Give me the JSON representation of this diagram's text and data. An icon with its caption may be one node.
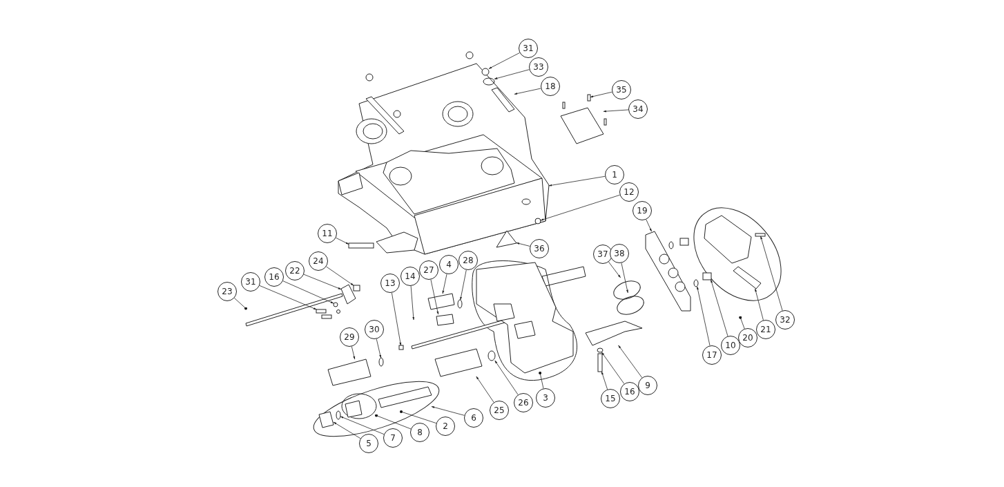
{
  "diagram": {
    "nodes": [
      {
        "text": [
          "31"
        ]
      },
      {
        "text": [
          "33"
        ]
      },
      {
        "text": [
          "18"
        ]
      },
      {
        "text": [
          "35"
        ]
      },
      {
        "text": [
          "34"
        ]
      },
      {
        "text": [
          "1"
        ]
      },
      {
        "text": [
          "12"
        ]
      },
      {
        "text": [
          "11"
        ]
      },
      {
        "text": [
          "36"
        ]
      },
      {
        "text": [
          "19"
        ]
      },
      {
        "text": [
          "37"
        ]
      },
      {
        "text": [
          "38"
        ]
      },
      {
        "text": [
          "24"
        ]
      },
      {
        "text": [
          "28"
        ]
      },
      {
        "text": [
          "4"
        ]
      },
      {
        "text": [
          "27"
        ]
      },
      {
        "text": [
          "22"
        ]
      },
      {
        "text": [
          "16"
        ]
      },
      {
        "text": [
          "31"
        ]
      },
      {
        "text": [
          "13"
        ]
      },
      {
        "text": [
          "14"
        ]
      },
      {
        "text": [
          "23"
        ]
      },
      {
        "text": [
          "29"
        ]
      },
      {
        "text": [
          "30"
        ]
      },
      {
        "text": [
          "32"
        ]
      },
      {
        "text": [
          "21"
        ]
      },
      {
        "text": [
          "20"
        ]
      },
      {
        "text": [
          "10"
        ]
      },
      {
        "text": [
          "17"
        ]
      },
      {
        "text": [
          "9"
        ]
      },
      {
        "text": [
          "16"
        ]
      },
      {
        "text": [
          "15"
        ]
      },
      {
        "text": [
          "3"
        ]
      },
      {
        "text": [
          "26"
        ]
      },
      {
        "text": [
          "25"
        ]
      },
      {
        "text": [
          "6"
        ]
      },
      {
        "text": [
          "2"
        ]
      },
      {
        "text": [
          "8"
        ]
      },
      {
        "text": [
          "7"
        ]
      },
      {
        "text": [
          "5"
        ]
      },
      {
        "text": [],
        "shape": "circle",
        "in": 45
      },
      {
        "text": [],
        "shape": "ellipse",
        "in": 45
      },
      {
        "text": [],
        "shape": "box",
        "in": 45
      },
      {
        "text": [],
        "shape": "box"
      },
      {
        "text": [],
        "shape": "box"
      },
      {
        "text": [],
        "shape": "picture"
      },
      {
        "text": [],
        "shape": "circle",
        "in": 45
      },
      {
        "text": [],
        "shape": "box"
      },
      {
        "text": [],
        "shape": "triangle"
      },
      {
        "text": [],
        "shape": "picture"
      },
      {
        "text": [],
        "shape": "ellipse"
      },
      {
        "text": [],
        "shape": "ellipse"
      },
      {
        "text": [],
        "shape": "box"
      },
      {
        "text": [],
        "shape": "ellipse"
      },
      {
        "text": [],
        "shape": "box"
      },
      {
        "text": [],
        "shape": "box"
      },
      {
        "text": [],
        "shape": "box"
      },
      {
        "text": [],
        "shape": "circle"
      },
      {
        "text": [],
        "shape": "box"
      },
      {
        "text": [],
        "shape": "box"
      },
      {
        "text": [],
        "shape": "box"
      },
      {
        "text": [],
        "shape": "box"
      },
      {
        "text": [],
        "shape": "box"
      },
      {
        "text": [],
        "shape": "ellipse"
      },
      {
        "text": [],
        "shape": "box",
        "in": 66
      },
      {
        "text": [],
        "shape": "picture",
        "in": 66
      },
      {
        "text": [],
        "shape": "ellipse"
      },
      {
        "text": [],
        "shape": "box"
      },
      {
        "text": [],
        "shape": "ellipse"
      },
      {
        "text": [],
        "shape": "picture"
      },
      {
        "text": [],
        "shape": "ellipse"
      },
      {
        "text": [],
        "shape": "box"
      },
      {
        "text": [],
        "shape": "picture"
      },
      {
        "text": [],
        "shape": "ellipse"
      },
      {
        "text": [],
        "shape": "box"
      },
      {
        "text": [],
        "shape": "box",
        "in": 76
      },
      {
        "text": [],
        "shape": "ellipse"
      },
      {
        "text": [],
        "shape": "ellipse",
        "in": 76
      },
      {
        "text": [],
        "shape": "ellipse",
        "in": 76
      },
      {
        "text": [],
        "shape": "box",
        "in": 76
      }
    ],
    "edges": [
      {
        "from": 0,
        "to": 40,
        "arrow": "to"
      },
      {
        "from": 1,
        "to": 41,
        "arrow": "to"
      },
      {
        "from": 2,
        "to": 42,
        "arrow": "to"
      },
      {
        "from": 3,
        "to": 43,
        "arrow": "to"
      },
      {
        "from": 4,
        "to": 44,
        "arrow": "to"
      },
      {
        "from": 5,
        "to": 45,
        "arrow": "to"
      },
      {
        "from": 6,
        "to": 46,
        "arrow": "to"
      },
      {
        "from": 7,
        "to": 47,
        "arrow": "to"
      },
      {
        "from": 8,
        "to": 48,
        "arrow": "to"
      },
      {
        "from": 9,
        "to": 49,
        "arrow": "to"
      },
      {
        "from": 10,
        "to": 50,
        "arrow": "to"
      },
      {
        "from": 11,
        "to": 51,
        "arrow": "to"
      },
      {
        "from": 12,
        "to": 52,
        "arrow": "to"
      },
      {
        "from": 13,
        "to": 53,
        "arrow": "to"
      },
      {
        "from": 14,
        "to": 54,
        "arrow": "to"
      },
      {
        "from": 15,
        "to": 55,
        "arrow": "to"
      },
      {
        "from": 16,
        "to": 56,
        "arrow": "to"
      },
      {
        "from": 17,
        "to": 57,
        "arrow": "to"
      },
      {
        "from": 18,
        "to": 58,
        "arrow": "to"
      },
      {
        "from": 19,
        "to": 59,
        "arrow": "to"
      },
      {
        "from": 20,
        "to": 60,
        "arrow": "to"
      },
      {
        "from": 21,
        "to": 61,
        "arrow": "other"
      },
      {
        "from": 22,
        "to": 62,
        "arrow": "to"
      },
      {
        "from": 23,
        "to": 63,
        "arrow": "to"
      },
      {
        "from": 24,
        "to": 64,
        "arrow": "to"
      },
      {
        "from": 25,
        "to": 65,
        "arrow": "to"
      },
      {
        "from": 26,
        "to": 66,
        "arrow": "other"
      },
      {
        "from": 27,
        "to": 67,
        "arrow": "to"
      },
      {
        "from": 28,
        "to": 68,
        "arrow": "to"
      },
      {
        "from": 29,
        "to": 69,
        "arrow": "to"
      },
      {
        "from": 30,
        "to": 70,
        "arrow": "to"
      },
      {
        "from": 31,
        "to": 71,
        "arrow": "to"
      },
      {
        "from": 32,
        "to": 72,
        "arrow": "other"
      },
      {
        "from": 33,
        "to": 73,
        "arrow": "to"
      },
      {
        "from": 34,
        "to": 74,
        "arrow": "to"
      },
      {
        "from": 35,
        "to": 75,
        "arrow": "to"
      },
      {
        "from": 36,
        "to": 76,
        "arrow": "other"
      },
      {
        "from": 37,
        "to": 77,
        "arrow": "other"
      },
      {
        "from": 38,
        "to": 78,
        "arrow": "to"
      },
      {
        "from": 39,
        "to": 79,
        "arrow": "to"
      }
    ]
  }
}
